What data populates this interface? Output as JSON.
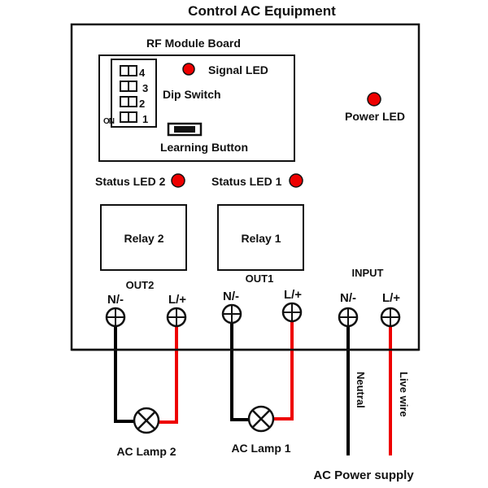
{
  "title": "Control AC Equipment",
  "rf_module": {
    "title": "RF Module Board",
    "signal_led": "Signal LED",
    "dip_switch": "Dip Switch",
    "dip_numbers": [
      "4",
      "3",
      "2",
      "1"
    ],
    "on_label": "ON",
    "learning_button": "Learning Button"
  },
  "power_led": "Power LED",
  "status_leds": [
    {
      "label": "Status LED 2"
    },
    {
      "label": "Status LED 1"
    }
  ],
  "relays": [
    {
      "label": "Relay 2"
    },
    {
      "label": "Relay 1"
    }
  ],
  "outputs": [
    {
      "group": "OUT2",
      "neg": "N/-",
      "pos": "L/+"
    },
    {
      "group": "OUT1",
      "neg": "N/-",
      "pos": "L/+"
    },
    {
      "group": "INPUT",
      "neg": "N/-",
      "pos": "L/+"
    }
  ],
  "lamps": [
    {
      "label": "AC Lamp 2"
    },
    {
      "label": "AC Lamp 1"
    }
  ],
  "supply": {
    "neutral": "Neutral",
    "live": "Live wire",
    "label": "AC Power supply"
  },
  "colors": {
    "led": "#ee0000",
    "live_wire": "#ee0000",
    "neutral_wire": "#000000"
  }
}
